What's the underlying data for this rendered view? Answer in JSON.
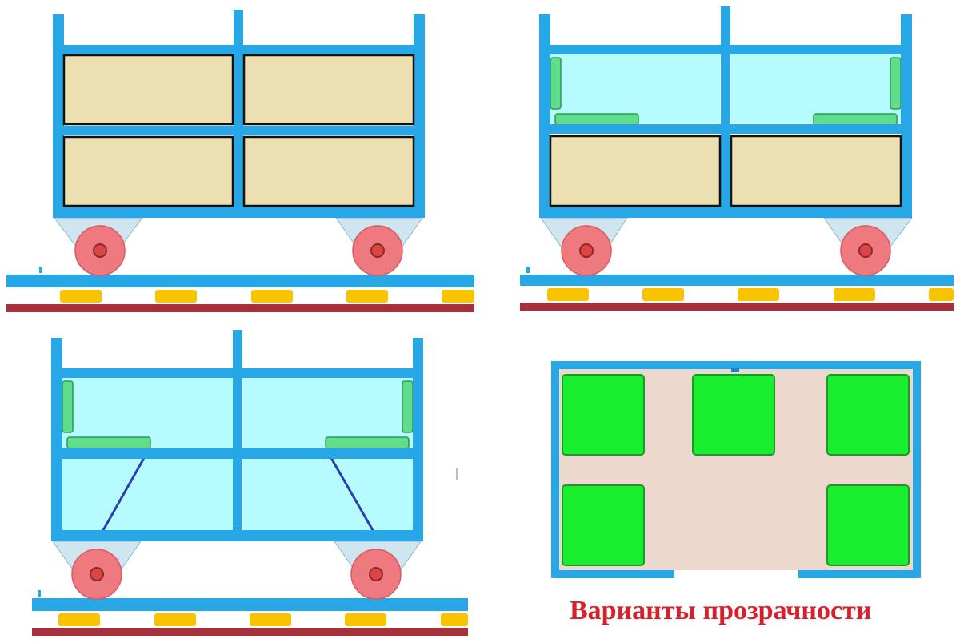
{
  "caption": "Варианты прозрачности",
  "colors": {
    "frame": "#27a7e6",
    "cargo_panel": "#ece0b3",
    "glass_panel": "#b6fbff",
    "green_part": "#5fdd8a",
    "floor_pad": "#f9c300",
    "rail_bottom": "#a8303a",
    "wheel": "#ee7a80",
    "bracket": "#cfe6f0",
    "brace": "#2b3fb3",
    "plan_floor": "#ecd8cc",
    "plan_block": "#19ee2e",
    "caption_text": "#d8202c"
  },
  "views": [
    {
      "name": "cart-closed",
      "upper_tier": "opaque",
      "lower_tier": "opaque"
    },
    {
      "name": "cart-half-transparent",
      "upper_tier": "transparent",
      "lower_tier": "opaque"
    },
    {
      "name": "cart-fully-transparent",
      "upper_tier": "transparent",
      "lower_tier": "transparent"
    },
    {
      "name": "top-plan-view",
      "blocks": 5
    }
  ]
}
